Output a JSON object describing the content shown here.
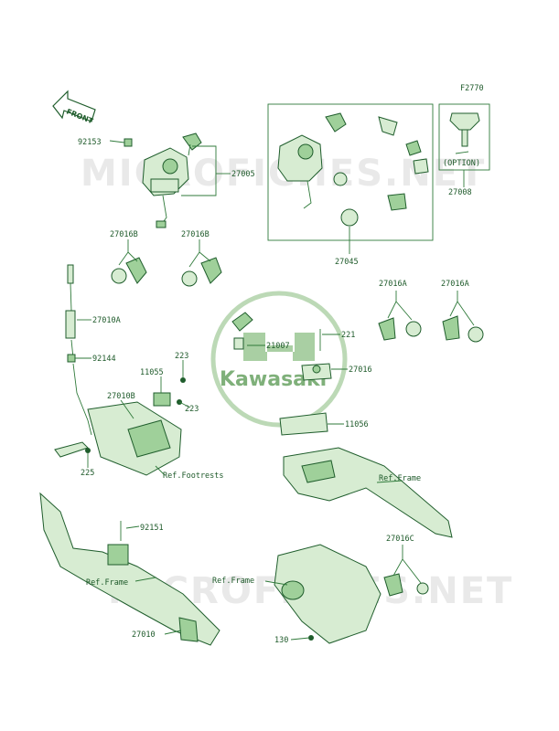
{
  "figure_code": "F2770",
  "front_label": "FRONT",
  "option_label": "(OPTION)",
  "watermark_text": "MICROFICHES.NET",
  "logo_text": "Kawasaki",
  "colors": {
    "line": "#2f7a3a",
    "text": "#1e5a2a",
    "fill": "#d7ecd2",
    "fill_dark": "#9fd09a",
    "logo": "#7fb07a"
  },
  "labels": {
    "p92153": "92153",
    "p27005": "27005",
    "p27008": "27008",
    "p27045": "27045",
    "p27016B_1": "27016B",
    "p27016B_2": "27016B",
    "p27016A_1": "27016A",
    "p27016A_2": "27016A",
    "p27010A": "27010A",
    "p92144": "92144",
    "p21007": "21007",
    "p221": "221",
    "p27016": "27016",
    "p223_1": "223",
    "p11055": "11055",
    "p223_2": "223",
    "p27010B": "27010B",
    "p11056": "11056",
    "p225": "225",
    "ref_footrests": "Ref.Footrests",
    "ref_frame_1": "Ref.Frame",
    "p92151": "92151",
    "ref_frame_2": "Ref.Frame",
    "ref_frame_3": "Ref.Frame",
    "p27016C": "27016C",
    "p27010": "27010",
    "p130": "130"
  }
}
